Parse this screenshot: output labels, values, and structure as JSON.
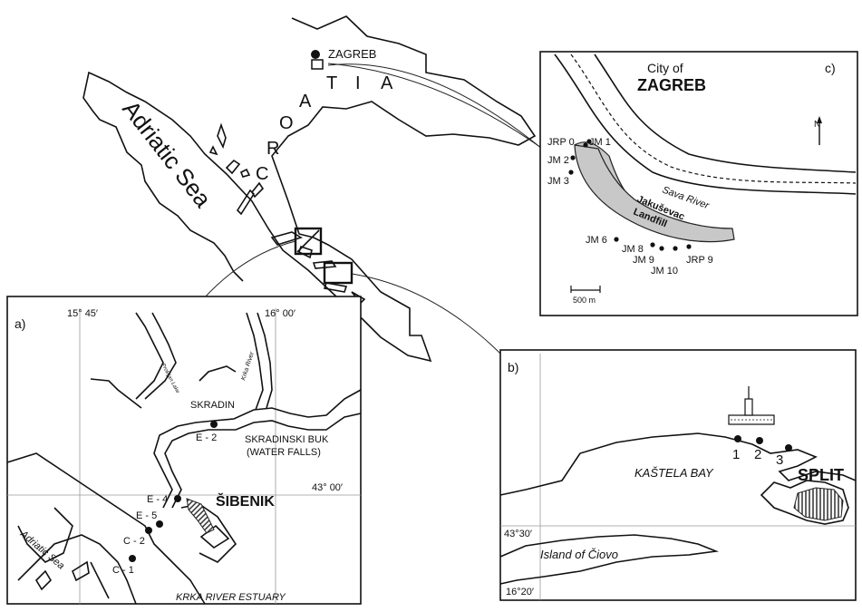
{
  "main_map": {
    "sea_label": "Adriatic Sea",
    "country_letters": [
      "C",
      "R",
      "O",
      "A",
      "T",
      "I",
      "A"
    ],
    "capital_label": "ZAGREB"
  },
  "inset_a": {
    "panel_label": "a)",
    "lon_labels": [
      "15° 45′",
      "16° 00′"
    ],
    "lat_label": "43° 00′",
    "places": {
      "skradin": "SKRADIN",
      "waterfalls_1": "SKRADINSKI BUK",
      "waterfalls_2": "(WATER FALLS)",
      "sibenik": "ŠIBENIK",
      "sea": "Adriatic Sea",
      "krka_river": "Krka River",
      "prokljan": "Prokljan Lake"
    },
    "stations": [
      "E - 2",
      "E - 4",
      "E - 5",
      "C - 2",
      "C - 1"
    ],
    "caption": "KRKA RIVER ESTUARY"
  },
  "inset_b": {
    "panel_label": "b)",
    "lat_label": "43°30′",
    "lon_label": "16°20′",
    "places": {
      "bay": "KAŠTELA BAY",
      "city": "SPLIT",
      "island": "Island of Čiovo"
    },
    "stations": [
      "1",
      "2",
      "3"
    ]
  },
  "inset_c": {
    "panel_label": "c)",
    "city_line1": "City of",
    "city_line2": "ZAGREB",
    "north": "N",
    "river": "Sava  River",
    "landfill_line1": "Jakuševac",
    "landfill_line2": "Landfill",
    "scale": "500 m",
    "stations": [
      "JRP 0",
      "JM 1",
      "JM 2",
      "JM 3",
      "JM 6",
      "JM 8",
      "JM 9",
      "JM 10",
      "JRP 9"
    ]
  }
}
